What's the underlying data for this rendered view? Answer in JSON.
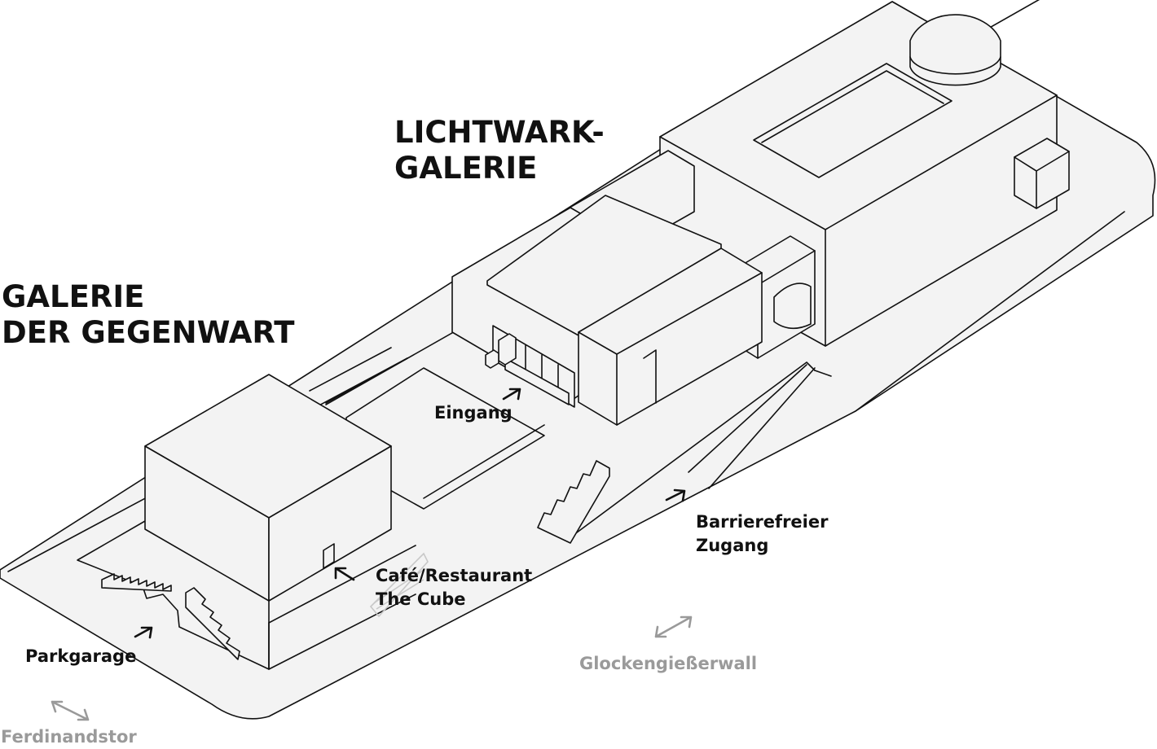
{
  "buildings": {
    "lichtwark": [
      "LICHTWARK-",
      "GALERIE"
    ],
    "gegenwart": [
      "GALERIE",
      "DER GEGENWART"
    ]
  },
  "labels": {
    "eingang": "Eingang",
    "barrierefrei": [
      "Barrierefreier",
      "Zugang"
    ],
    "cafe": [
      "Café/Restaurant",
      "The Cube"
    ],
    "parkgarage": "Parkgarage"
  },
  "streets": {
    "glockengiesserwall": "Glockengießerwall",
    "ferdinandstor": "Ferdinandstor"
  },
  "colors": {
    "ink": "#111111",
    "fill": "#f3f3f3",
    "street_label": "#9a9a9a"
  }
}
